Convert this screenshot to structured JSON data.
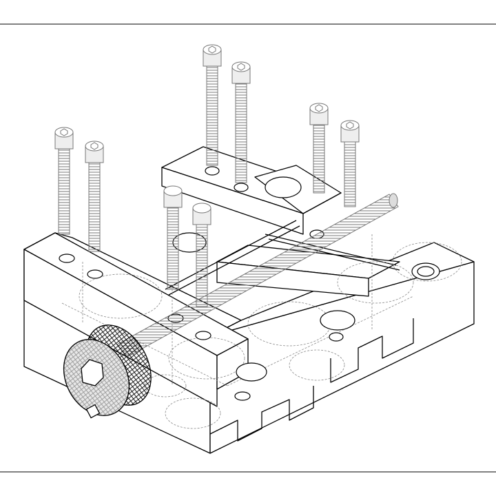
{
  "drawing": {
    "style": "isometric hidden-line technical drawing",
    "stroke_color": "#000000",
    "hidden_line_color": "#888888",
    "background": "#ffffff",
    "parts": {
      "screw_count": 8,
      "components": [
        "base-block",
        "clamp-rail",
        "threaded-rod",
        "knurled-knob",
        "socket-head-cap-screws"
      ]
    }
  }
}
